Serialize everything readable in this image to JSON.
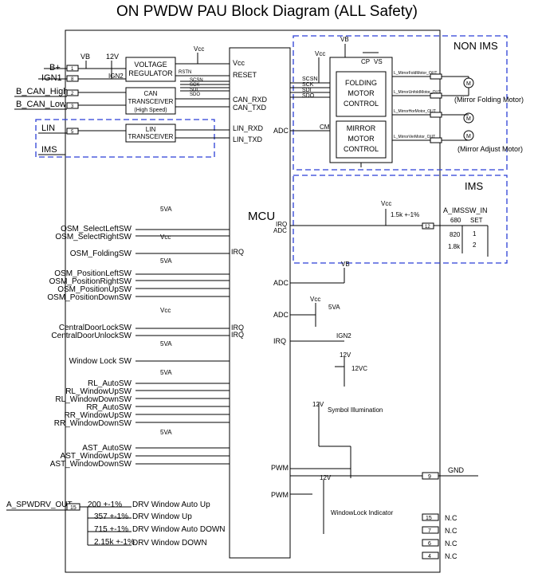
{
  "title": "ON PWDW PAU Block Diagram (ALL Safety)",
  "regions": {
    "non_ims": "NON IMS",
    "ims": "IMS"
  },
  "mcu": {
    "name": "MCU",
    "vcc": "Vcc",
    "reset": "RESET",
    "can_rxd": "CAN_RXD",
    "can_txd": "CAN_TXD",
    "lin_rxd": "LIN_RXD",
    "lin_txd": "LIN_TXD",
    "scsn": "SCSN",
    "sck": "SCK",
    "sdi": "SDI",
    "sdo": "SDO",
    "adc": "ADC",
    "cm": "CM",
    "irq": "IRQ",
    "pwm": "PWM"
  },
  "power": {
    "vb": "VB",
    "v12": "12V",
    "vcc": "Vcc",
    "v5va": "5VA",
    "ign2": "IGN2",
    "rstn": "RSTN",
    "v12vc": "12VC",
    "vs": "VS",
    "cp": "CP"
  },
  "inputs": [
    {
      "label": "B+",
      "pin": "1"
    },
    {
      "label": "IGN1",
      "pin": "8"
    },
    {
      "label": "B_CAN_High",
      "pin": "2"
    },
    {
      "label": "B_CAN_Low",
      "pin": "3"
    },
    {
      "label": "LIN",
      "pin": "5"
    },
    {
      "label": "IMS",
      "pin": ""
    }
  ],
  "blocks": {
    "voltage_regulator": [
      "VOLTAGE",
      "REGULATOR"
    ],
    "can_transceiver": [
      "CAN",
      "TRANSCEIVER",
      "(High Speed)"
    ],
    "lin_transceiver": [
      "LIN",
      "TRANSCEIVER"
    ],
    "folding_motor": [
      "FOLDING",
      "MOTOR",
      "CONTROL"
    ],
    "mirror_motor": [
      "MIRROR",
      "MOTOR",
      "CONTROL"
    ]
  },
  "motor_outputs": [
    "L_MirrorFoldMotor_OUT",
    "L_MirrorUnfoldMotor_OUT",
    "L_MirrorHorMotor_OUT",
    "L_MirrorVerMotor_OUT"
  ],
  "motors": {
    "folding": "(Mirror Folding Motor)",
    "adjust": "(Mirror Adjust Motor)"
  },
  "ims": {
    "resistor": "1.5k +-1%",
    "switch": "A_IMSSW_IN",
    "pin": "12",
    "r680": "680",
    "set": "SET",
    "r820": "820",
    "s1": "1",
    "r18k": "1.8k",
    "s2": "2"
  },
  "switch_groups": [
    [
      "OSM_SelectLeftSW",
      "OSM_SelectRightSW"
    ],
    [
      "OSM_FoldingSW"
    ],
    [
      "OSM_PositionLeftSW",
      "OSM_PositionRightSW",
      "OSM_PositionUpSW",
      "OSM_PositionDownSW"
    ],
    [
      "CentralDoorLockSW",
      "CentralDoorUnlockSW"
    ],
    [
      "Window Lock SW"
    ],
    [
      "RL_AutoSW",
      "RL_WindowUpSW",
      "RL_WindowDownSW",
      "RR_AutoSW",
      "RR_WindowUpSW",
      "RR_WindowDownSW"
    ],
    [
      "AST_AutoSW",
      "AST_WindowUpSW",
      "AST_WindowDownSW"
    ]
  ],
  "illumination": "Symbol Illumination",
  "window_lock_indicator": "WindowLock Indicator",
  "spwdrv": {
    "label": "A_SPWDRV_OUT",
    "pin": "15"
  },
  "drv": [
    {
      "res": "200 +-1%",
      "label": "DRV Window Auto Up"
    },
    {
      "res": "357 +-1%",
      "label": "DRV Window Up"
    },
    {
      "res": "715 +-1%",
      "label": "DRV Window Auto DOWN"
    },
    {
      "res": "2.15k +-1%",
      "label": "DRV Window DOWN"
    }
  ],
  "gnd": {
    "label": "GND",
    "pin": "9"
  },
  "nc": [
    {
      "pin": "15",
      "label": "N.C"
    },
    {
      "pin": "7",
      "label": "N.C"
    },
    {
      "pin": "6",
      "label": "N.C"
    },
    {
      "pin": "4",
      "label": "N.C"
    }
  ]
}
